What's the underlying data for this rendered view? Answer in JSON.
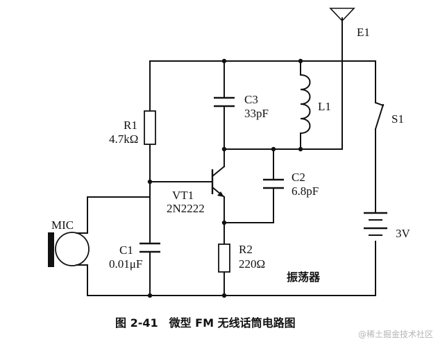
{
  "labels": {
    "antenna": "E1",
    "r1_name": "R1",
    "r1_value": "4.7kΩ",
    "c3_name": "C3",
    "c3_value": "33pF",
    "l1_name": "L1",
    "s1_name": "S1",
    "c2_name": "C2",
    "c2_value": "6.8pF",
    "vt1_name": "VT1",
    "vt1_value": "2N2222",
    "mic_name": "MIC",
    "c1_name": "C1",
    "c1_value": "0.01μF",
    "r2_name": "R2",
    "r2_value": "220Ω",
    "battery_value": "3V",
    "oscillator_label": "振荡器"
  },
  "caption": "图 2-41　微型 FM 无线话筒电路图",
  "watermark": "@稀土掘金技术社区"
}
